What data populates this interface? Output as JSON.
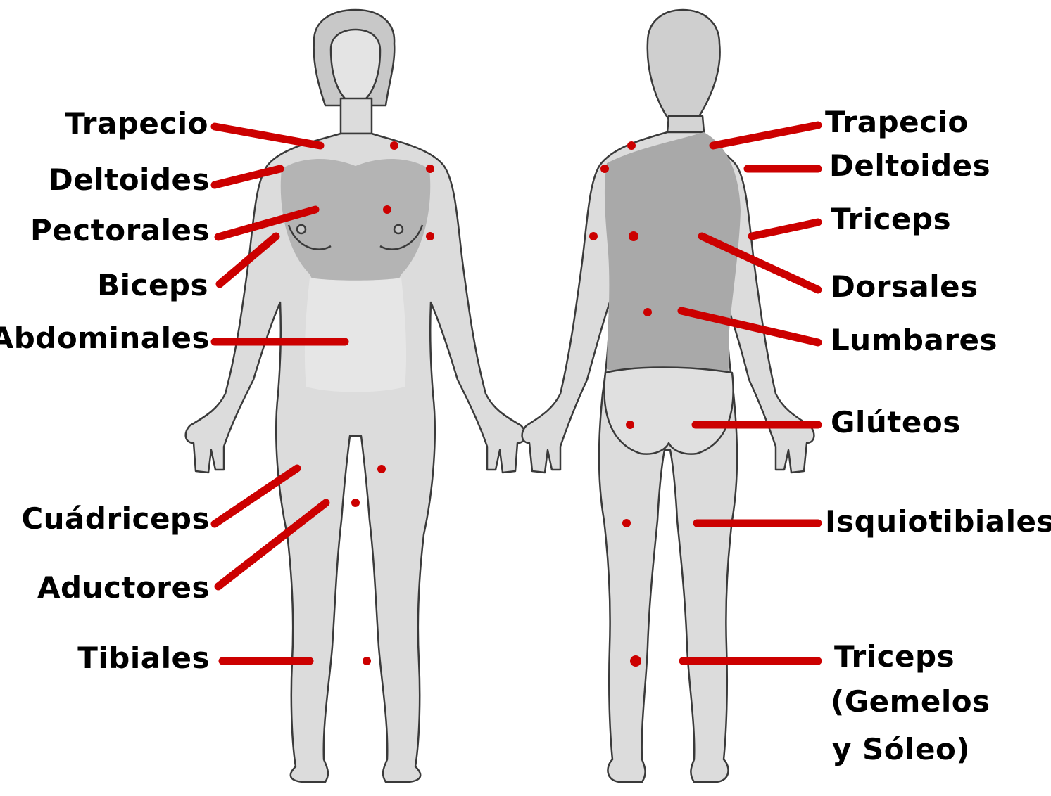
{
  "colors": {
    "background": "#ffffff",
    "body_fill": "#dcdcdc",
    "muscle_shade": "#b4b4b4",
    "outline": "#3a3a3a",
    "marker": "#cc0000",
    "label_text": "#000000"
  },
  "front_labels": {
    "trapecio": "Trapecio",
    "deltoides": "Deltoides",
    "pectorales": "Pectorales",
    "biceps": "Biceps",
    "abdominales": "Abdominales",
    "cuadriceps": "Cuádriceps",
    "aductores": "Aductores",
    "tibiales": "Tibiales"
  },
  "back_labels": {
    "trapecio": "Trapecio",
    "deltoides": "Deltoides",
    "triceps": "Triceps",
    "dorsales": "Dorsales",
    "lumbares": "Lumbares",
    "gluteos": "Glúteos",
    "isquiotibiales": "Isquiotibiales",
    "triceps_sural_1": "Triceps",
    "triceps_sural_2": "(Gemelos",
    "triceps_sural_3": "y Sóleo)"
  }
}
